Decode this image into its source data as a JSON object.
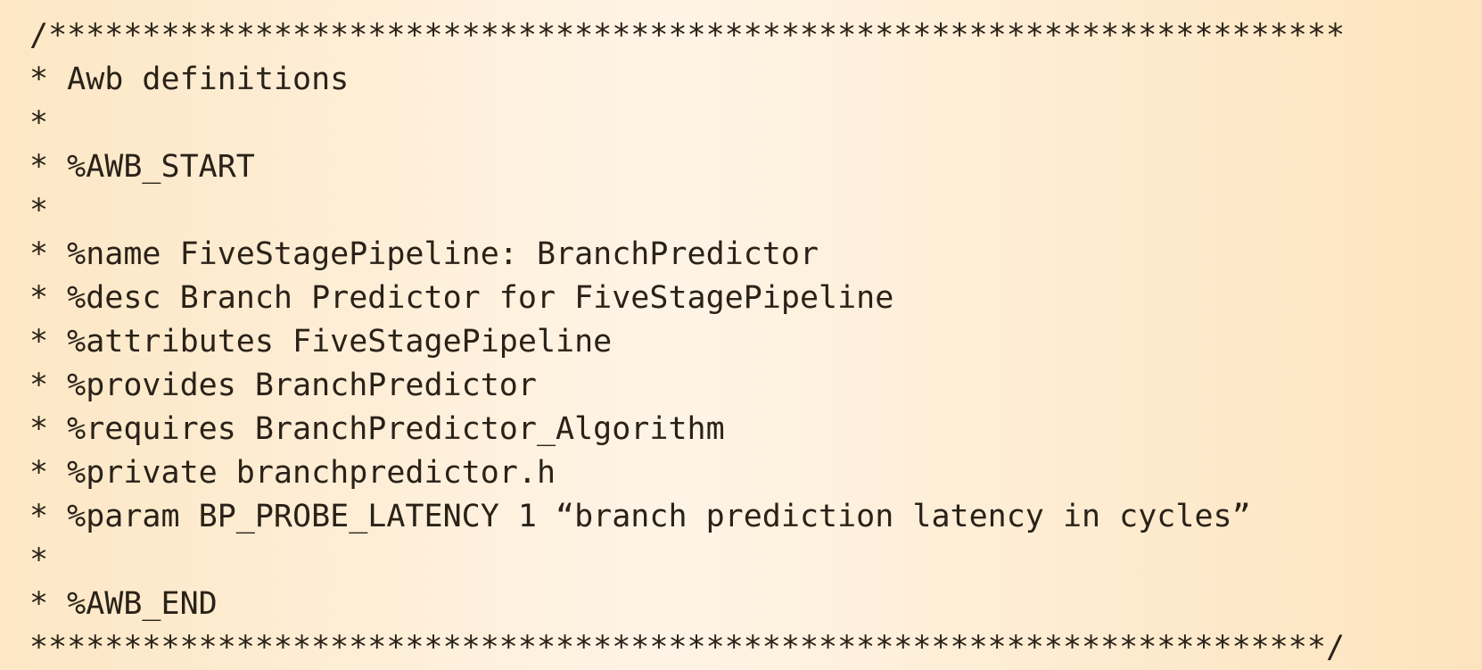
{
  "code_block": {
    "lines": [
      "/*********************************************************************",
      "* Awb definitions",
      "*",
      "* %AWB_START",
      "*",
      "* %name FiveStagePipeline: BranchPredictor",
      "* %desc Branch Predictor for FiveStagePipeline",
      "* %attributes FiveStagePipeline",
      "* %provides BranchPredictor",
      "* %requires BranchPredictor_Algorithm",
      "* %private branchpredictor.h",
      "* %param BP_PROBE_LATENCY 1 “branch prediction latency in cycles”",
      "*",
      "* %AWB_END",
      "*********************************************************************/"
    ]
  }
}
